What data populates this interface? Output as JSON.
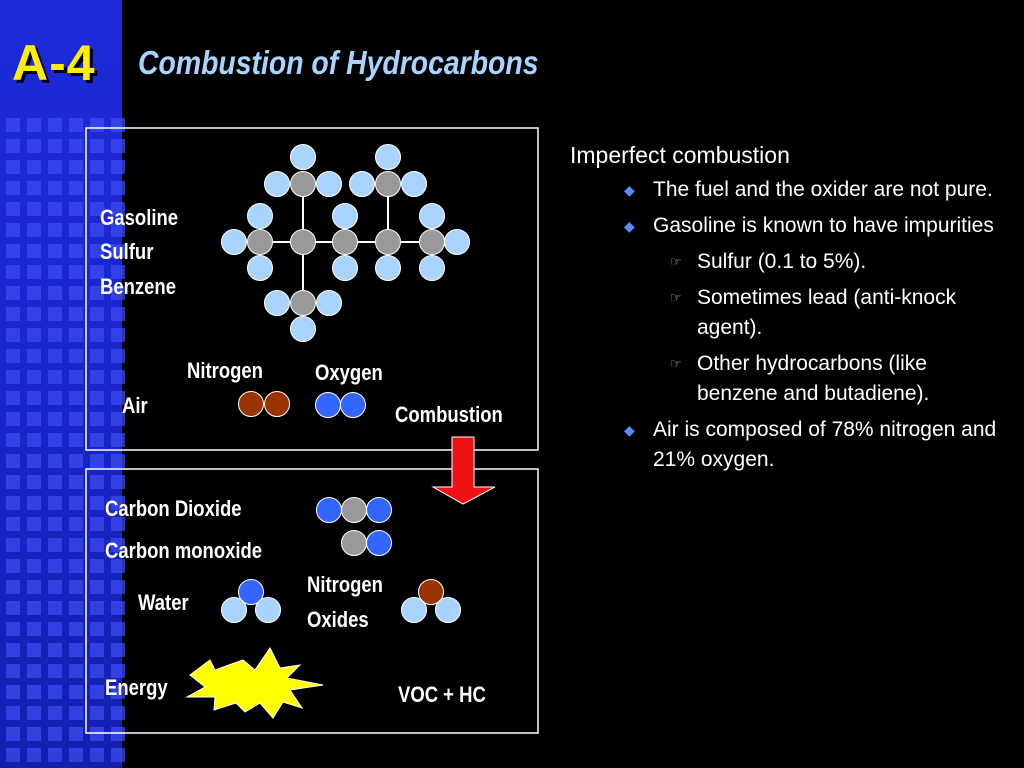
{
  "header": {
    "slide_number": "A-4",
    "title": "Combustion of Hydrocarbons"
  },
  "diagram": {
    "top_box": {
      "fuel_components": [
        "Gasoline",
        "Sulfur",
        "Benzene"
      ],
      "nitrogen": "Nitrogen",
      "oxygen": "Oxygen",
      "air": "Air",
      "combustion": "Combustion"
    },
    "bottom_box": {
      "carbon_dioxide": "Carbon Dioxide",
      "carbon_monoxide": "Carbon monoxide",
      "water": "Water",
      "nitrogen_oxides": [
        "Nitrogen",
        "Oxides"
      ],
      "energy": "Energy",
      "voc_hc": "VOC + HC"
    },
    "colors": {
      "hydrogen": "#a8d4ff",
      "carbon": "#999999",
      "nitrogen": "#993300",
      "oxygen": "#3366ff",
      "arrow": "#ee1111",
      "energy": "#ffff00"
    }
  },
  "bullets": {
    "heading": "Imperfect combustion",
    "items": [
      "The fuel and the oxider are not pure.",
      "Gasoline is known to have impurities",
      "Air is composed of 78% nitrogen and 21% oxygen."
    ],
    "sub_items": [
      "Sulfur (0.1 to 5%).",
      "Sometimes lead (anti-knock agent).",
      "Other hydrocarbons (like benzene and butadiene)."
    ],
    "bullet_marker": "◆",
    "sub_marker": "☞"
  }
}
